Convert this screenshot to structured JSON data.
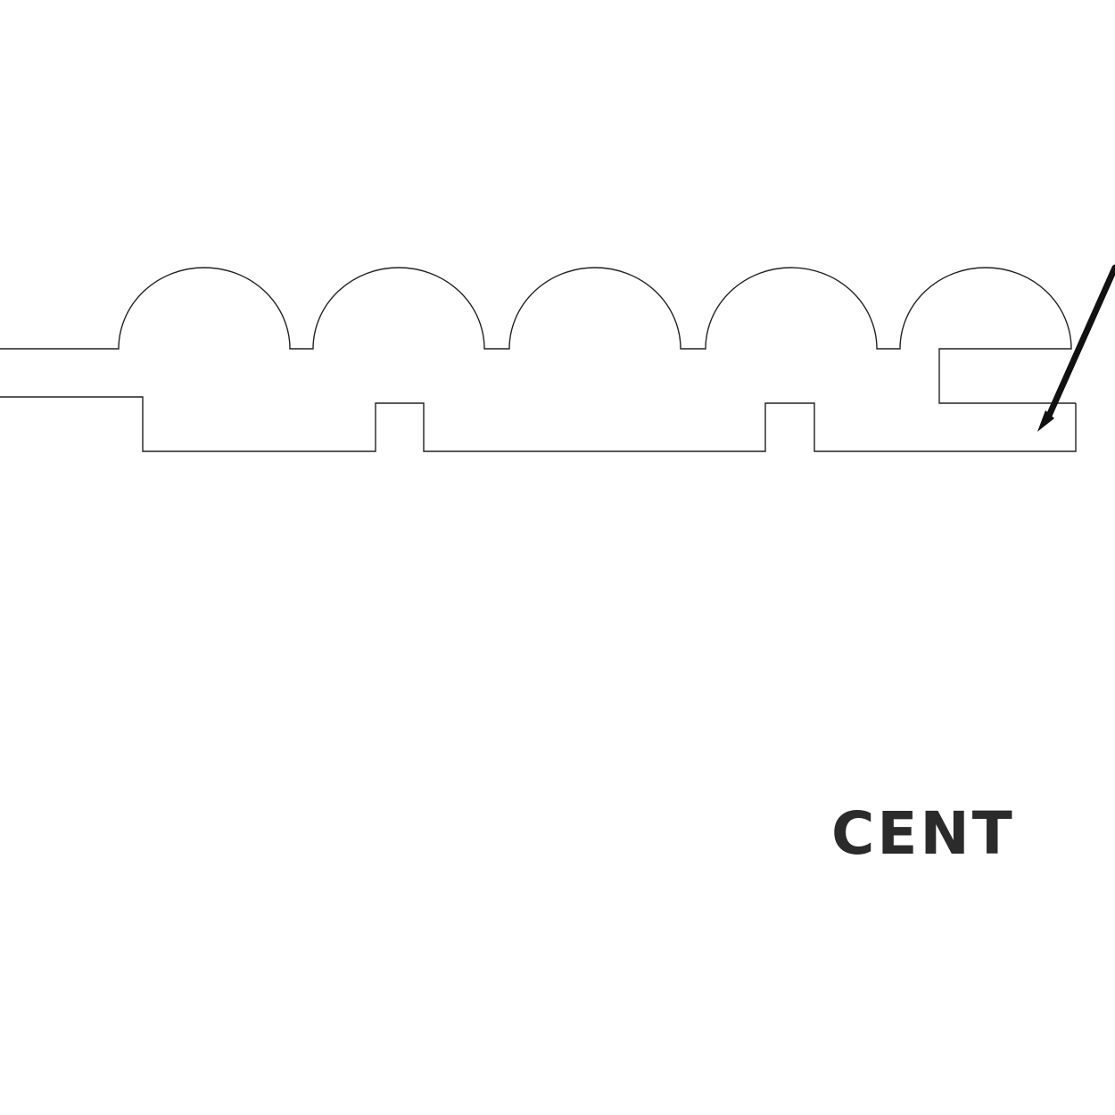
{
  "diagram": {
    "subject": "board-profile-cross-section",
    "scallop_count": 5,
    "underside_groove_count": 2,
    "fastener_icon": "nail-icon",
    "line_color": "#222222",
    "fastener_color": "#111111",
    "background_color": "#ffffff"
  },
  "brand": {
    "logo_text": "CENT",
    "logo_color": "#2b2b2b"
  }
}
